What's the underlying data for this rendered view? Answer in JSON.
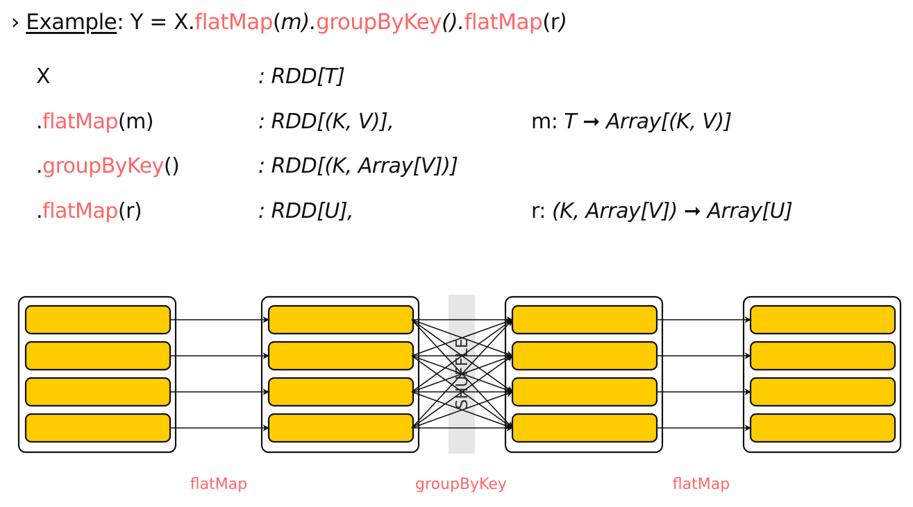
{
  "colors": {
    "accent": "#ff6666",
    "partition_fill": "#ffcc00",
    "shuffle_band": "#e6e6e6",
    "stroke": "#111111"
  },
  "title": {
    "bullet": "›",
    "example_label": "Example",
    "colon": ":",
    "expr_prefix": " Y = X.",
    "op1": "flatMap",
    "op1_arg_open": "(",
    "op1_arg": "m",
    "op1_arg_close": ").",
    "op2": "groupByKey",
    "op2_args": "().",
    "op3": "flatMap",
    "op3_arg_open": "(",
    "op3_arg": "r",
    "op3_arg_close": ")"
  },
  "rows": [
    {
      "dot": "",
      "op": "",
      "plain": "X",
      "args": "",
      "type": ": RDD[T]",
      "signature_var": "",
      "signature": ""
    },
    {
      "dot": ".",
      "op": "flatMap",
      "plain": "",
      "args": "(m)",
      "type": ": RDD[(K, V)],",
      "signature_var": "m:",
      "signature": " T ➞ Array[(K, V)]"
    },
    {
      "dot": ".",
      "op": "groupByKey",
      "plain": "",
      "args": "()",
      "type": ": RDD[(K, Array[V])]",
      "signature_var": "",
      "signature": ""
    },
    {
      "dot": ".",
      "op": "flatMap",
      "plain": "",
      "args": "(r)",
      "type": ": RDD[U],",
      "signature_var": "r:",
      "signature": " (K, Array[V]) ➞ Array[U]"
    }
  ],
  "diagram": {
    "rdd_count": 4,
    "partitions_per_rdd": 4,
    "shuffle_label": "SHUFFLE",
    "transitions": [
      {
        "label": "flatMap",
        "kind": "narrow"
      },
      {
        "label": "groupByKey",
        "kind": "shuffle"
      },
      {
        "label": "flatMap",
        "kind": "narrow"
      }
    ]
  }
}
